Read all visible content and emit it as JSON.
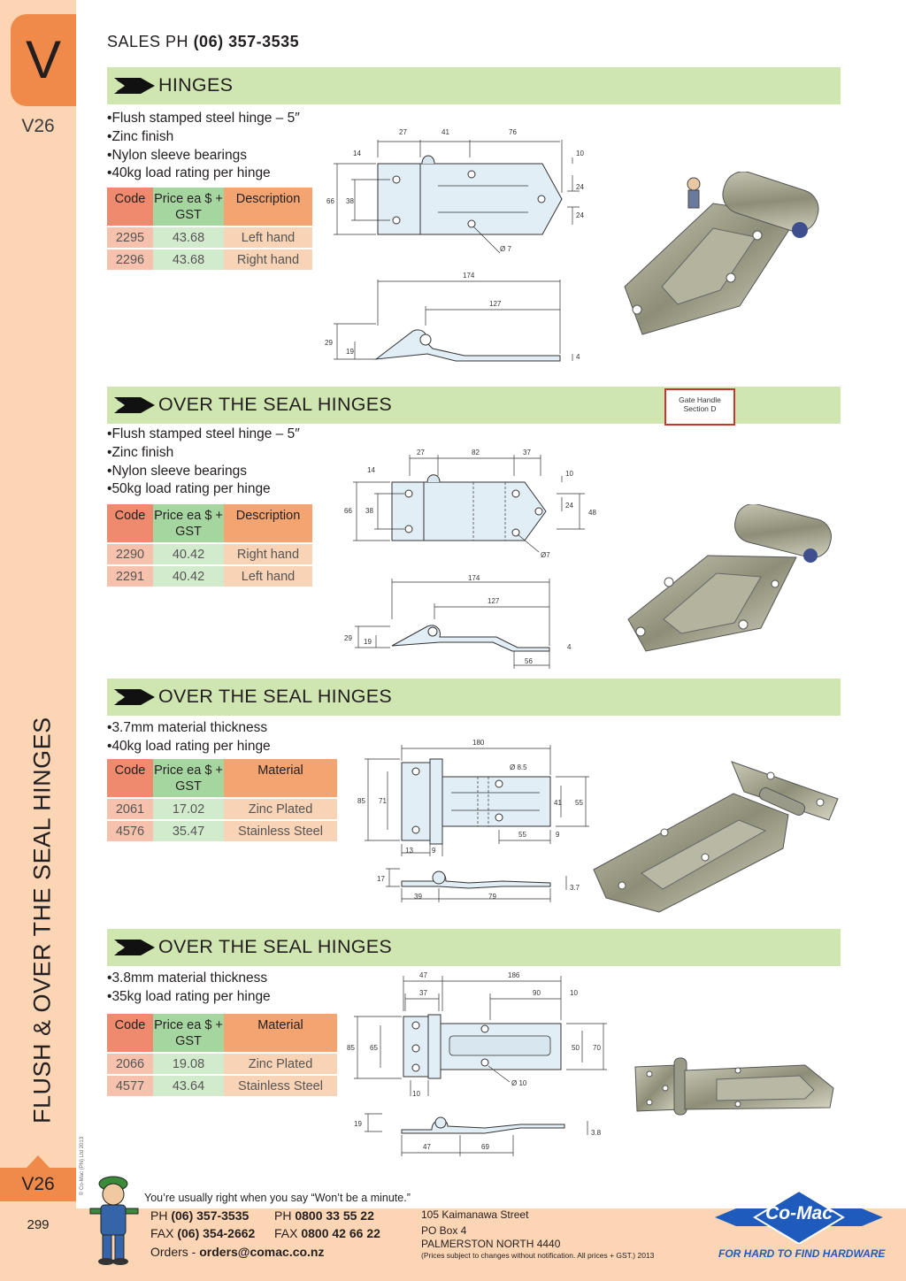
{
  "sidebar": {
    "tab_letter": "V",
    "page_code": "V26",
    "vertical_title": "FLUSH & OVER THE SEAL HINGES",
    "page_number": "299",
    "copyright": "© Co-Mac (PN) Ltd 2013"
  },
  "header": {
    "sales_label": "SALES  PH",
    "sales_phone": "(06) 357-3535"
  },
  "sections": [
    {
      "title": "HINGES",
      "bullets": [
        "Flush stamped steel hinge – 5″",
        "Zinc finish",
        "Nylon sleeve bearings",
        "40kg load rating per hinge"
      ],
      "table": {
        "headers": [
          "Code",
          "Price ea $ + GST",
          "Description"
        ],
        "rows": [
          [
            "2295",
            "43.68",
            "Left hand"
          ],
          [
            "2296",
            "43.68",
            "Right hand"
          ]
        ]
      },
      "dims_top": [
        "27",
        "41",
        "76",
        "14",
        "66",
        "38",
        "10",
        "24",
        "24",
        "Ø 7"
      ],
      "dims_side": [
        "174",
        "127",
        "29",
        "19",
        "4"
      ]
    },
    {
      "title": "OVER THE SEAL HINGES",
      "tag": "Gate Handle Section D",
      "bullets": [
        "Flush stamped steel hinge – 5″",
        "Zinc finish",
        "Nylon sleeve bearings",
        "50kg load rating per hinge"
      ],
      "table": {
        "headers": [
          "Code",
          "Price ea $ + GST",
          "Description"
        ],
        "rows": [
          [
            "2290",
            "40.42",
            "Right hand"
          ],
          [
            "2291",
            "40.42",
            "Left hand"
          ]
        ]
      },
      "dims_top": [
        "27",
        "82",
        "37",
        "14",
        "66",
        "38",
        "10",
        "24",
        "48",
        "Ø7"
      ],
      "dims_side": [
        "174",
        "127",
        "29",
        "19",
        "4",
        "56"
      ]
    },
    {
      "title": "OVER THE SEAL HINGES",
      "bullets": [
        "3.7mm material thickness",
        "40kg load rating per hinge"
      ],
      "table": {
        "headers": [
          "Code",
          "Price ea $ + GST",
          "Material"
        ],
        "rows": [
          [
            "2061",
            "17.02",
            "Zinc Plated"
          ],
          [
            "4576",
            "35.47",
            "Stainless Steel"
          ]
        ]
      },
      "dims_top": [
        "180",
        "Ø 8.5",
        "85",
        "71",
        "41",
        "55",
        "55",
        "9",
        "13",
        "9"
      ],
      "dims_side": [
        "17",
        "39",
        "79",
        "3.7"
      ]
    },
    {
      "title": "OVER THE SEAL HINGES",
      "bullets": [
        "3.8mm material thickness",
        "35kg load rating per hinge"
      ],
      "table": {
        "headers": [
          "Code",
          "Price ea $ + GST",
          "Material"
        ],
        "rows": [
          [
            "2066",
            "19.08",
            "Zinc Plated"
          ],
          [
            "4577",
            "43.64",
            "Stainless Steel"
          ]
        ]
      },
      "dims_top": [
        "47",
        "186",
        "37",
        "90",
        "10",
        "85",
        "65",
        "50",
        "70",
        "Ø 10",
        "10"
      ],
      "dims_side": [
        "19",
        "47",
        "69",
        "3.8"
      ]
    }
  ],
  "footer": {
    "tagline": "You’re usually right when you say “Won’t be a minute.”",
    "ph_label": "PH",
    "ph": "(06) 357-3535",
    "ph2_label": "PH",
    "ph2": "0800 33 55 22",
    "fax_label": "FAX",
    "fax": "(06) 354-2662",
    "fax2_label": "FAX",
    "fax2": "0800 42 66 22",
    "orders_label": "Orders -",
    "orders_email": "orders@comac.co.nz",
    "address": [
      "105 Kaimanawa Street",
      "PO Box 4",
      "PALMERSTON NORTH 4440"
    ],
    "disclaimer": "(Prices subject to changes without notification.  All prices + GST.)  2013",
    "logo": "Co-Mac",
    "slogan": "FOR HARD TO FIND HARDWARE"
  },
  "colors": {
    "sidebar": "#fcd5b5",
    "tab": "#f08a4b",
    "banner": "#cfe6b1",
    "logo_blue": "#1f5bbd"
  }
}
